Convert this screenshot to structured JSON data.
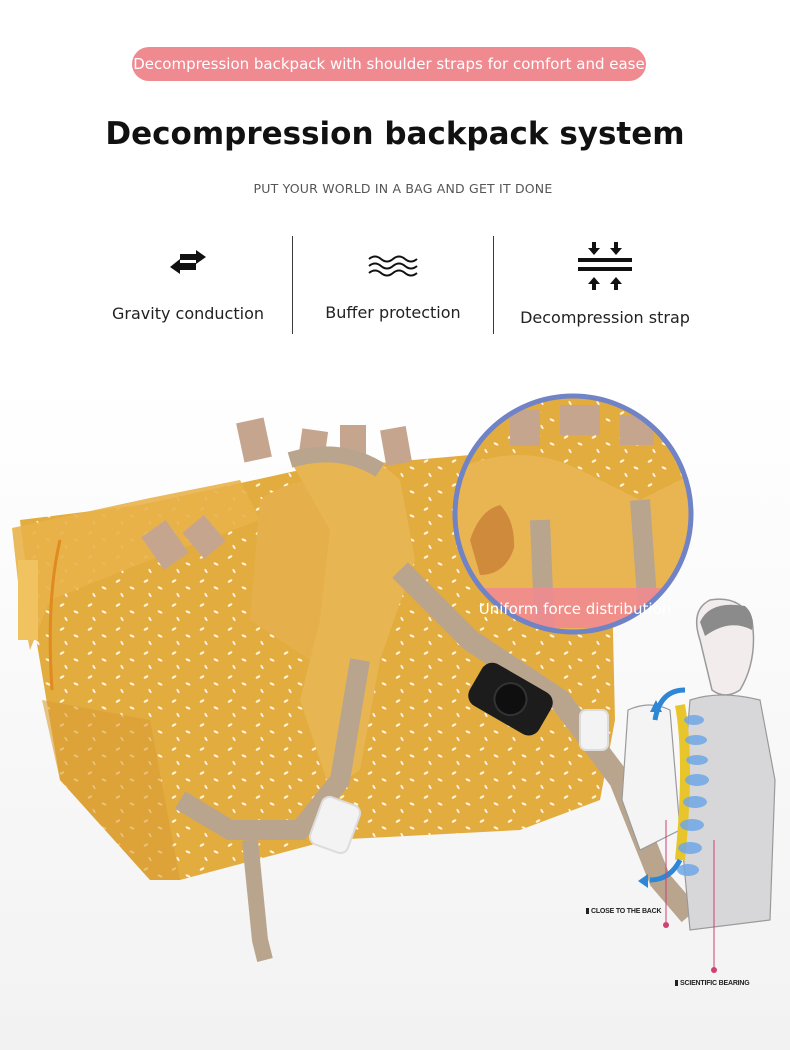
{
  "banner": {
    "text": "Decompression backpack with shoulder straps for comfort and ease"
  },
  "header": {
    "title": "Decompression backpack system",
    "subtitle": "PUT YOUR WORLD IN A BAG AND GET IT DONE"
  },
  "features": [
    {
      "icon": "swap-arrows-icon",
      "label": "Gravity conduction"
    },
    {
      "icon": "wavy-lines-icon",
      "label": "Buffer protection"
    },
    {
      "icon": "compress-arrows-icon",
      "label": "Decompression strap"
    }
  ],
  "product": {
    "zoom_caption": "Uniform force distribution",
    "label_close": "CLOSE TO THE BACK",
    "label_bearing": "SCIENTIFIC BEARING"
  },
  "colors": {
    "accent_pink": "#f08a91",
    "backpack_mustard": "#e3ac3f",
    "strap_tan": "#b9a58e",
    "ring_blue": "#6f83c6",
    "spine_arrow_blue": "#2d86d6"
  }
}
